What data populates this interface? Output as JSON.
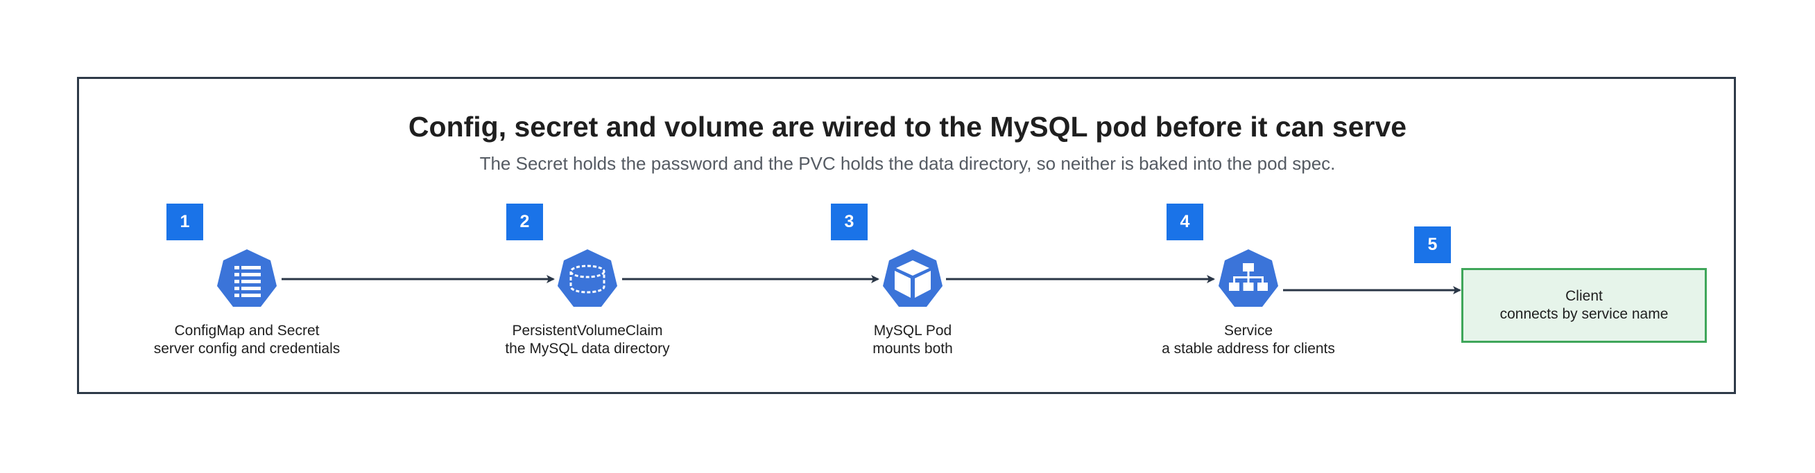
{
  "title": "Config, secret and volume are wired to the MySQL pod before it can serve",
  "subtitle": "The Secret holds the password and the PVC holds the data directory, so neither is baked into the pod spec.",
  "steps": [
    {
      "number": "1",
      "icon": "configmap-list-icon",
      "line1": "ConfigMap and Secret",
      "line2": "server config and credentials"
    },
    {
      "number": "2",
      "icon": "volume-cylinder-icon",
      "line1": "PersistentVolumeClaim",
      "line2": "the MySQL data directory"
    },
    {
      "number": "3",
      "icon": "pod-cube-icon",
      "line1": "MySQL Pod",
      "line2": "mounts both"
    },
    {
      "number": "4",
      "icon": "service-network-icon",
      "line1": "Service",
      "line2": "a stable address for clients"
    },
    {
      "number": "5",
      "line1": "Client",
      "line2": "connects by service name"
    }
  ],
  "colors": {
    "accent": "#1a73e8",
    "node_fill": "#3b74d9",
    "client_fill": "#e6f4ea",
    "client_border": "#3fa65a",
    "arrow": "#2a3646",
    "frame": "#2e3a48"
  }
}
